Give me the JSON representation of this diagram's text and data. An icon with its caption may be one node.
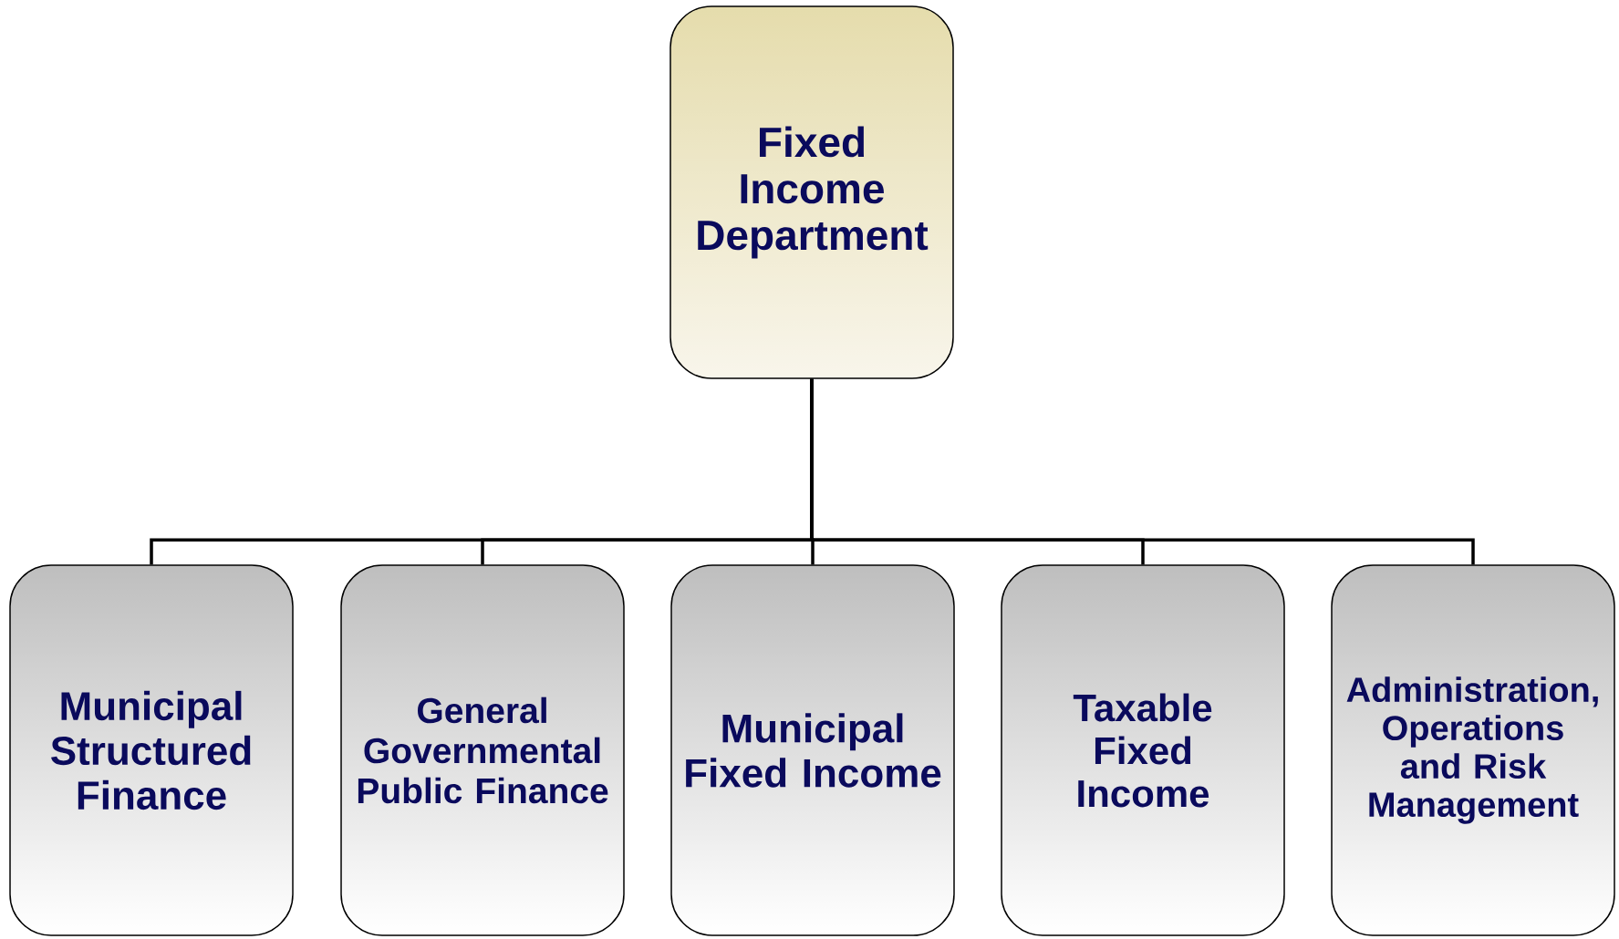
{
  "diagram": {
    "nodes": [
      {
        "text": [
          "Fixed Income Department"
        ]
      },
      {
        "text": [
          "Municipal Structured Finance"
        ]
      },
      {
        "text": [
          "General Governmental Public Finance"
        ]
      },
      {
        "text": [
          "Municipal Fixed Income"
        ]
      },
      {
        "text": [
          "Taxable Fixed Income"
        ]
      },
      {
        "text": [
          "Administration, Operations and Risk Management"
        ]
      }
    ],
    "edges": [
      {
        "from": 0,
        "to": 1,
        "arrow": "none"
      },
      {
        "from": 0,
        "to": 2,
        "arrow": "none"
      },
      {
        "from": 0,
        "to": 3,
        "arrow": "none"
      },
      {
        "from": 0,
        "to": 4,
        "arrow": "none"
      },
      {
        "from": 0,
        "to": 5,
        "arrow": "none"
      }
    ]
  }
}
